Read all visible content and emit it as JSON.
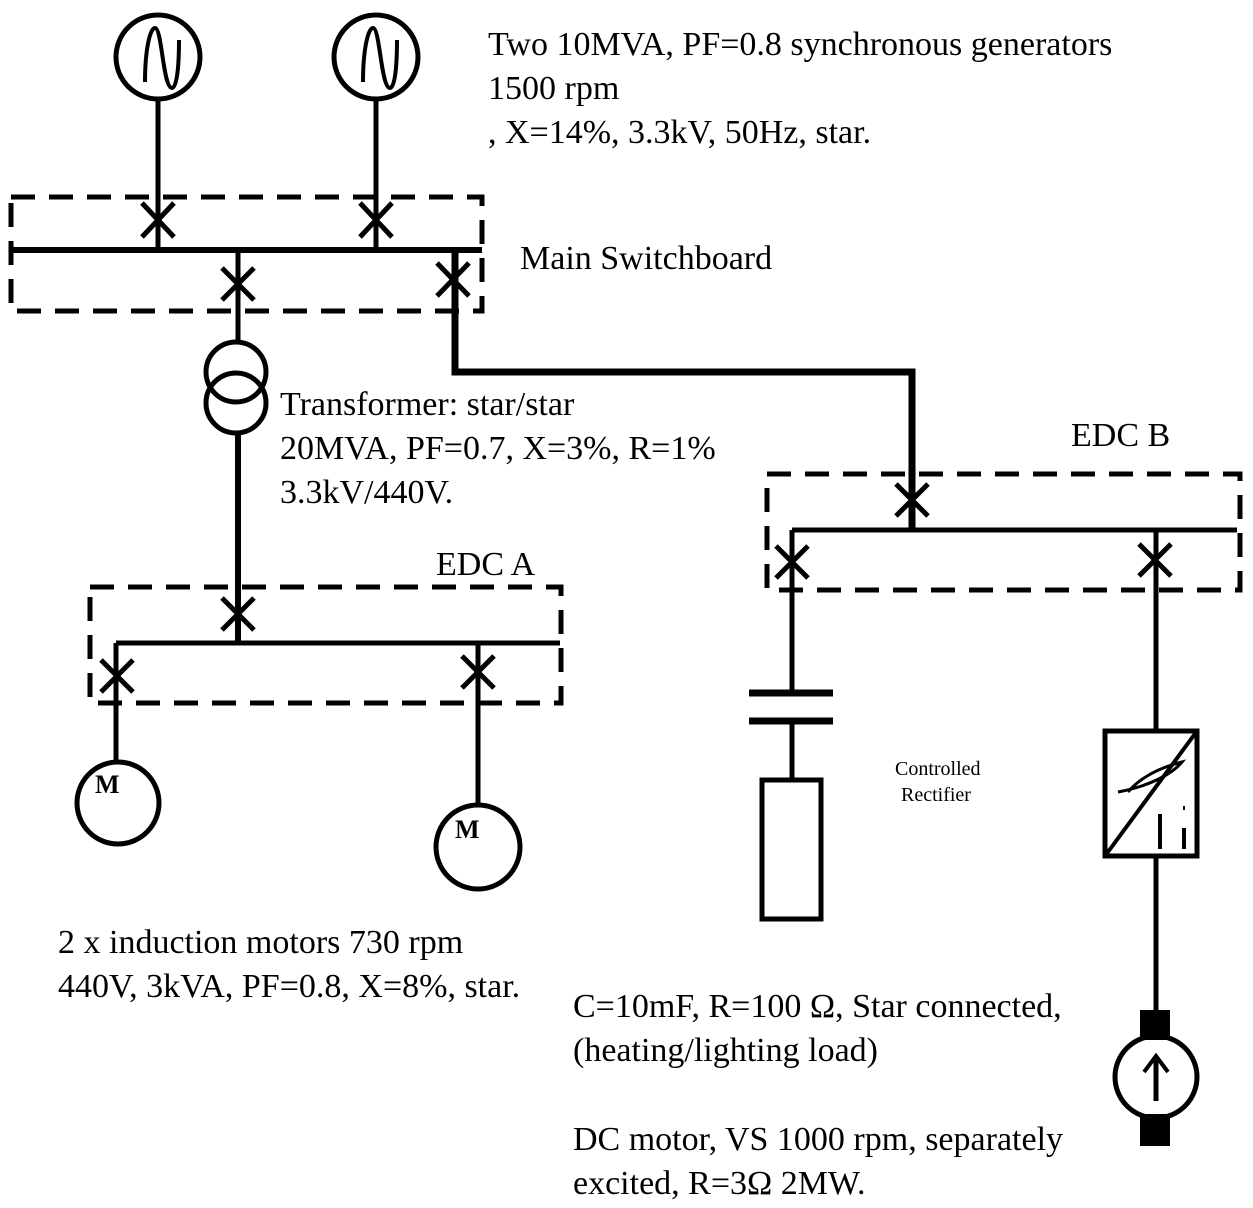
{
  "generators": {
    "line1": "Two 10MVA, PF=0.8 synchronous generators",
    "line2": "1500 rpm",
    "line3": ", X=14%, 3.3kV, 50Hz, star."
  },
  "main_switchboard": {
    "label": "Main Switchboard"
  },
  "transformer": {
    "line1": "Transformer: star/star",
    "line2": "20MVA, PF=0.7, X=3%, R=1%",
    "line3": "3.3kV/440V."
  },
  "edc_a": {
    "label": "EDC A"
  },
  "edc_b": {
    "label": "EDC B"
  },
  "motors": {
    "symbol": "M",
    "line1": "2 x induction motors 730 rpm",
    "line2": "440V, 3kVA, PF=0.8, X=8%, star."
  },
  "rectifier": {
    "line1": "Controlled",
    "line2": "Rectifier"
  },
  "load": {
    "line1": "C=10mF, R=100 Ω, Star connected,",
    "line2": "(heating/lighting load)"
  },
  "dc_motor": {
    "line1": "DC motor, VS 1000 rpm, separately",
    "line2": "excited, R=3Ω 2MW."
  }
}
